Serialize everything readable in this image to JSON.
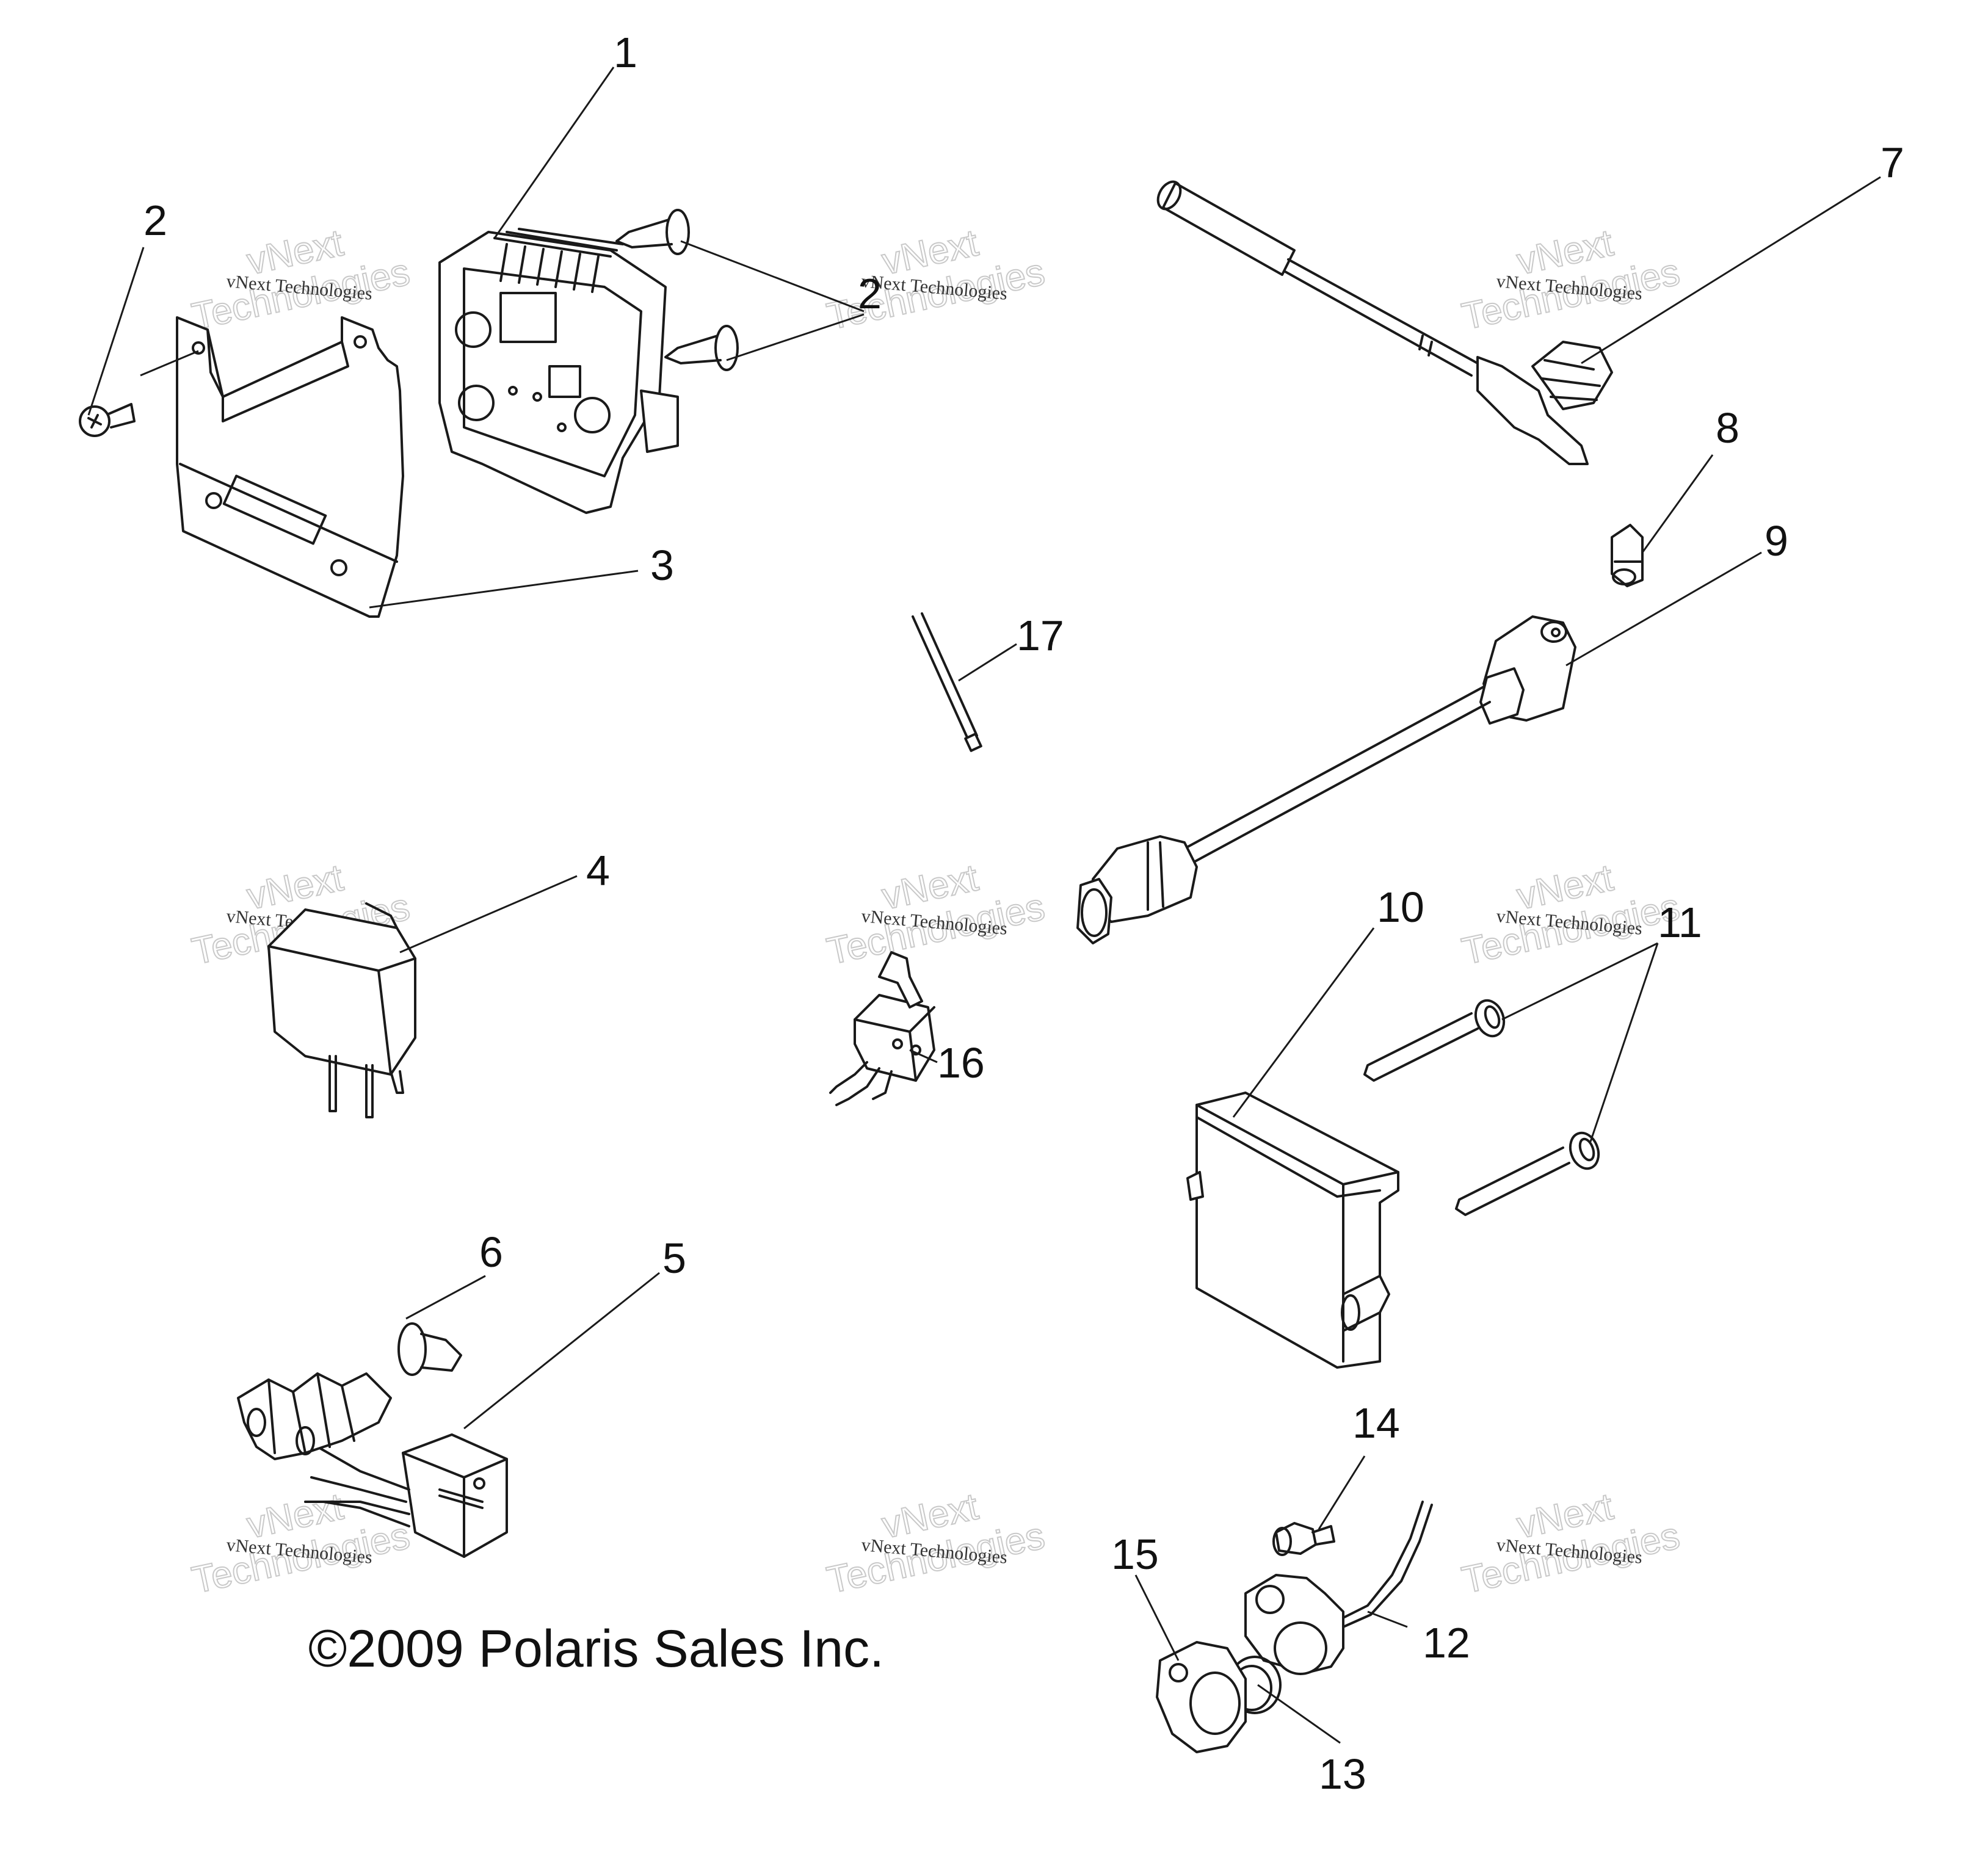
{
  "callouts": [
    "1",
    "2",
    "2",
    "3",
    "4",
    "5",
    "6",
    "7",
    "8",
    "9",
    "10",
    "11",
    "12",
    "13",
    "14",
    "15",
    "16",
    "17"
  ],
  "copyright": "©2009 Polaris Sales Inc.",
  "watermark": {
    "line1": "vNext Technologies",
    "line2a": "vNext",
    "line2b": "Technologies"
  },
  "colors": {
    "line": "#1a1a1a",
    "background": "#ffffff",
    "watermark": "#c9c9c9"
  }
}
